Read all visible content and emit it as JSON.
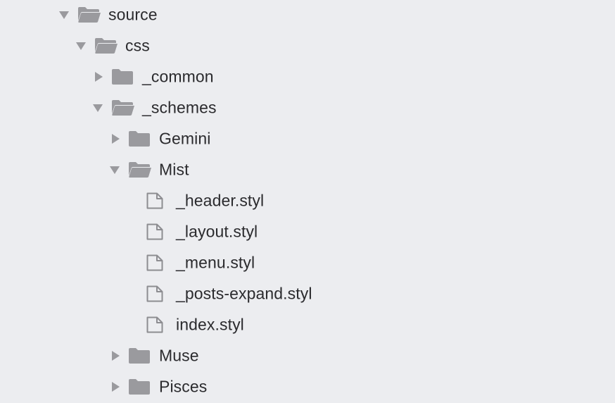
{
  "tree": {
    "rows": [
      {
        "label": "source",
        "type": "folder",
        "expanded": true,
        "icon": "folder-open-icon"
      },
      {
        "label": "css",
        "type": "folder",
        "expanded": true,
        "icon": "folder-open-icon"
      },
      {
        "label": "_common",
        "type": "folder",
        "expanded": false,
        "icon": "folder-closed-icon"
      },
      {
        "label": "_schemes",
        "type": "folder",
        "expanded": true,
        "icon": "folder-open-icon"
      },
      {
        "label": "Gemini",
        "type": "folder",
        "expanded": false,
        "icon": "folder-closed-icon"
      },
      {
        "label": "Mist",
        "type": "folder",
        "expanded": true,
        "icon": "folder-open-icon"
      },
      {
        "label": "_header.styl",
        "type": "file",
        "icon": "file-icon"
      },
      {
        "label": "_layout.styl",
        "type": "file",
        "icon": "file-icon"
      },
      {
        "label": "_menu.styl",
        "type": "file",
        "icon": "file-icon"
      },
      {
        "label": "_posts-expand.styl",
        "type": "file",
        "icon": "file-icon"
      },
      {
        "label": "index.styl",
        "type": "file",
        "icon": "file-icon"
      },
      {
        "label": "Muse",
        "type": "folder",
        "expanded": false,
        "icon": "folder-closed-icon"
      },
      {
        "label": "Pisces",
        "type": "folder",
        "expanded": false,
        "icon": "folder-closed-icon"
      }
    ]
  },
  "colors": {
    "background": "#ecedf0",
    "icon": "#9a9a9e",
    "text": "#2b2b2e"
  }
}
